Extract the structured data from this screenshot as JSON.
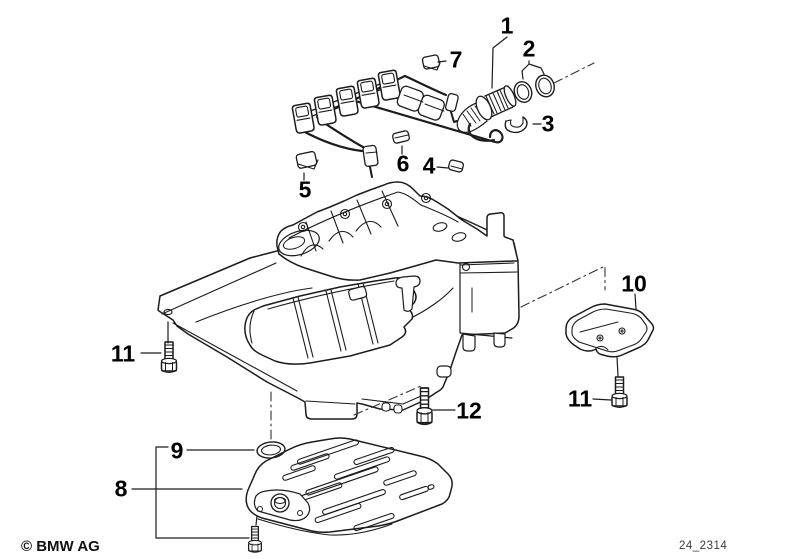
{
  "diagram": {
    "callouts": [
      {
        "id": "callout-1",
        "label": "1"
      },
      {
        "id": "callout-2",
        "label": "2"
      },
      {
        "id": "callout-3",
        "label": "3"
      },
      {
        "id": "callout-4",
        "label": "4"
      },
      {
        "id": "callout-5",
        "label": "5"
      },
      {
        "id": "callout-6",
        "label": "6"
      },
      {
        "id": "callout-7",
        "label": "7"
      },
      {
        "id": "callout-8",
        "label": "8"
      },
      {
        "id": "callout-9",
        "label": "9"
      },
      {
        "id": "callout-10",
        "label": "10"
      },
      {
        "id": "callout-11-left",
        "label": "11"
      },
      {
        "id": "callout-12",
        "label": "12"
      },
      {
        "id": "callout-11-right",
        "label": "11"
      }
    ],
    "footer": {
      "copyright": "© BMW AG",
      "code": "24_2314"
    },
    "colors": {
      "line_color": "#1c1c1c",
      "label_color": "#000000",
      "code_color": "#3d3d3d",
      "background": "#ffffff"
    }
  }
}
